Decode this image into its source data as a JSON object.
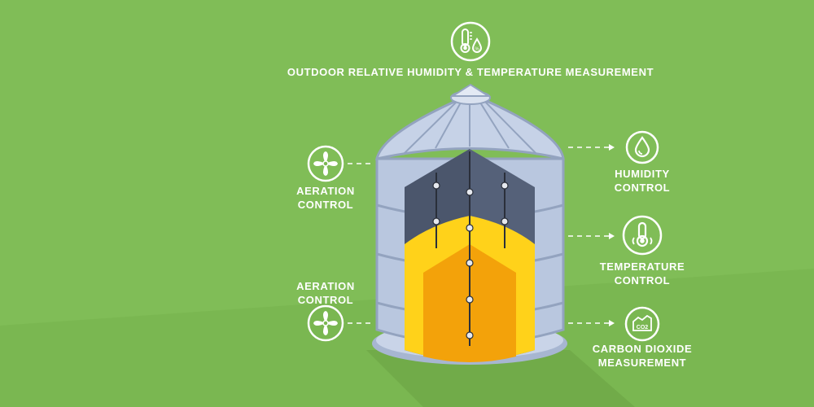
{
  "colors": {
    "background": "#7ab751",
    "background_light": "#83c05a",
    "icon_stroke": "#ffffff",
    "silo_metal": "#b9c7df",
    "silo_shadow": "#93a3bf",
    "silo_interior": "#556179",
    "grain_light": "#ffd21a",
    "grain_dark": "#f3a20a",
    "sensor_cable": "#2a2f3a"
  },
  "top": {
    "icon": "thermometer-droplet-icon",
    "label": "OUTDOOR RELATIVE HUMIDITY & TEMPERATURE MEASUREMENT"
  },
  "left": [
    {
      "icon": "fan-icon",
      "line1": "AERATION",
      "line2": "CONTROL"
    },
    {
      "icon": "fan-icon",
      "line1": "AERATION",
      "line2": "CONTROL"
    }
  ],
  "right": [
    {
      "icon": "droplet-icon",
      "line1": "HUMIDITY",
      "line2": "CONTROL"
    },
    {
      "icon": "thermometer-icon",
      "line1": "TEMPERATURE",
      "line2": "CONTROL"
    },
    {
      "icon": "co2-icon",
      "line1": "CARBON DIOXIDE",
      "line2": "MEASUREMENT",
      "badge": "CO2"
    }
  ]
}
